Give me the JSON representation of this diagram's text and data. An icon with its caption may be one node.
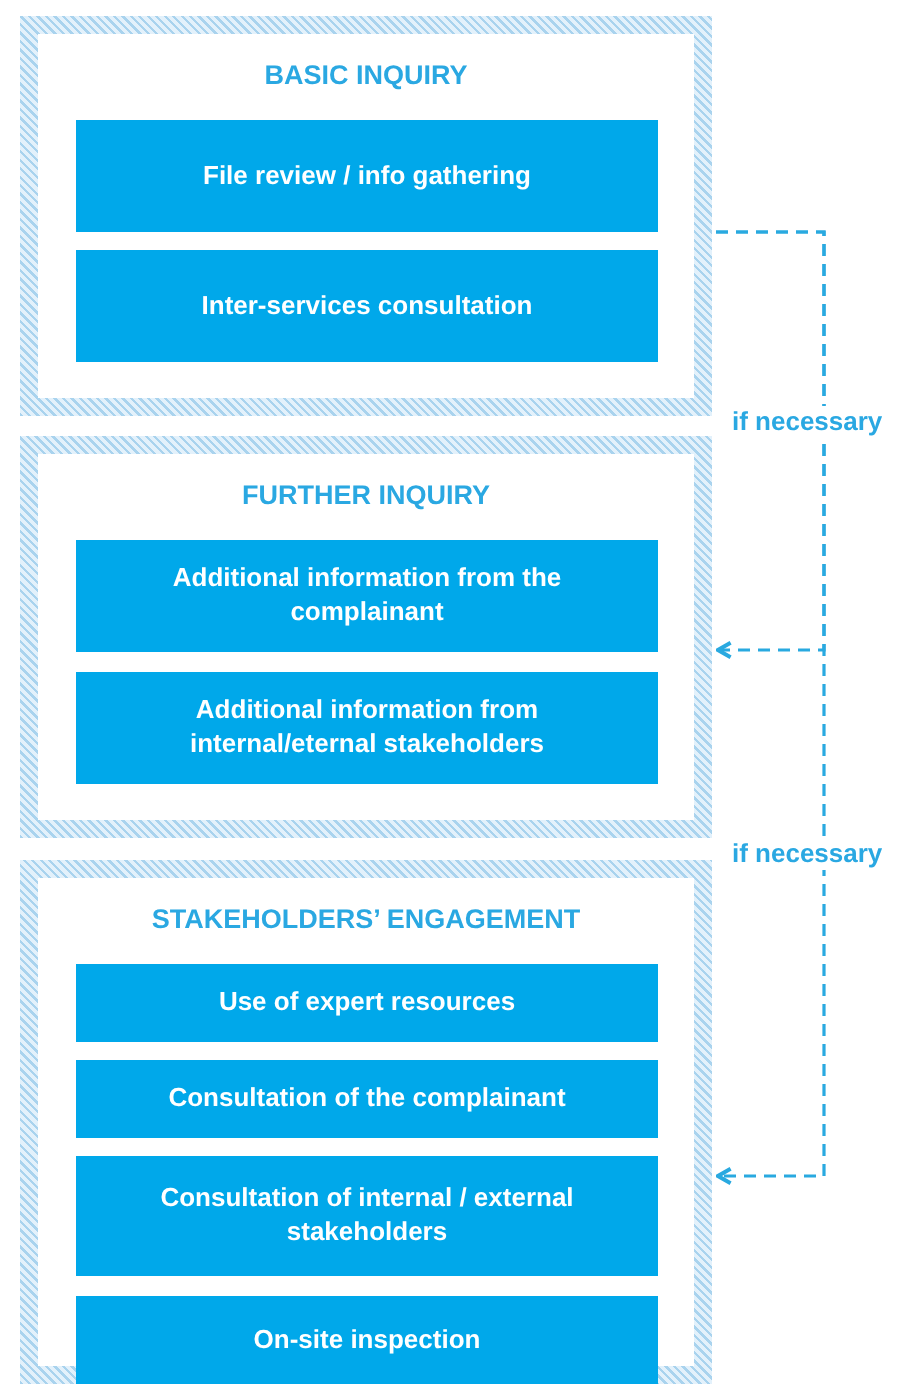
{
  "diagram": {
    "nodes": [
      {
        "text": [
          "BASIC INQUIRY"
        ]
      },
      {
        "text": [
          "File review / info gathering"
        ],
        "in": 0
      },
      {
        "text": [
          "Inter-services consultation"
        ],
        "in": 0
      },
      {
        "text": [
          "FURTHER INQUIRY"
        ]
      },
      {
        "text": [
          "Additional information from the complainant"
        ],
        "in": 3
      },
      {
        "text": [
          "Additional information from internal/eternal stakeholders"
        ],
        "in": 3
      },
      {
        "text": [
          "STAKEHOLDERS’ ENGAGEMENT"
        ]
      },
      {
        "text": [
          "Use of expert resources"
        ],
        "in": 6
      },
      {
        "text": [
          "Consultation of the complainant"
        ],
        "in": 6
      },
      {
        "text": [
          "Consultation of internal / external stakeholders"
        ],
        "in": 6
      },
      {
        "text": [
          "On-site inspection"
        ],
        "in": 6
      }
    ],
    "edges": [
      {
        "from": 0,
        "to": 3,
        "arrow": "to",
        "label": "if necessary",
        "style": "dashed"
      },
      {
        "from": 0,
        "to": 6,
        "arrow": "to",
        "label": "if necessary",
        "style": "dashed"
      }
    ]
  }
}
